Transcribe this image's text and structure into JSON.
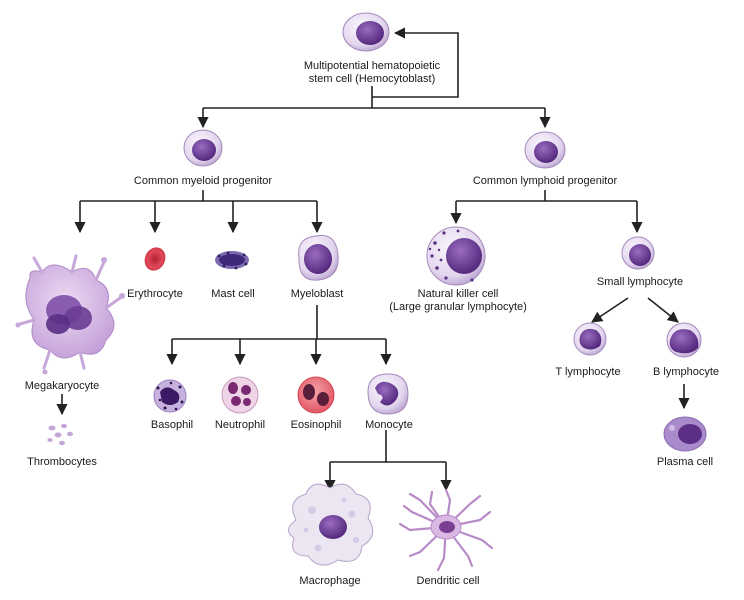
{
  "stem": {
    "line1": "Multipotential hematopoietic",
    "line2": "stem cell (Hemocytoblast)"
  },
  "myeloid": {
    "label": "Common myeloid progenitor"
  },
  "lymphoid": {
    "label": "Common lymphoid progenitor"
  },
  "cells": {
    "megakaryocyte": "Megakaryocyte",
    "thrombocytes": "Thrombocytes",
    "erythrocyte": "Erythrocyte",
    "mast_cell": "Mast cell",
    "myeloblast": "Myeloblast",
    "basophil": "Basophil",
    "neutrophil": "Neutrophil",
    "eosinophil": "Eosinophil",
    "monocyte": "Monocyte",
    "macrophage": "Macrophage",
    "dendritic_cell": "Dendritic cell",
    "nk_line1": "Natural killer cell",
    "nk_line2": "(Large granular lymphocyte)",
    "small_lymphocyte": "Small lymphocyte",
    "t_lymphocyte": "T lymphocyte",
    "b_lymphocyte": "B lymphocyte",
    "plasma_cell": "Plasma cell"
  },
  "colors": {
    "cytoplasm": "#e6dcef",
    "nucleus": "#6a3c95",
    "rbc": "#d8384a",
    "eosin": "#e6707a",
    "lines": "#222222"
  }
}
